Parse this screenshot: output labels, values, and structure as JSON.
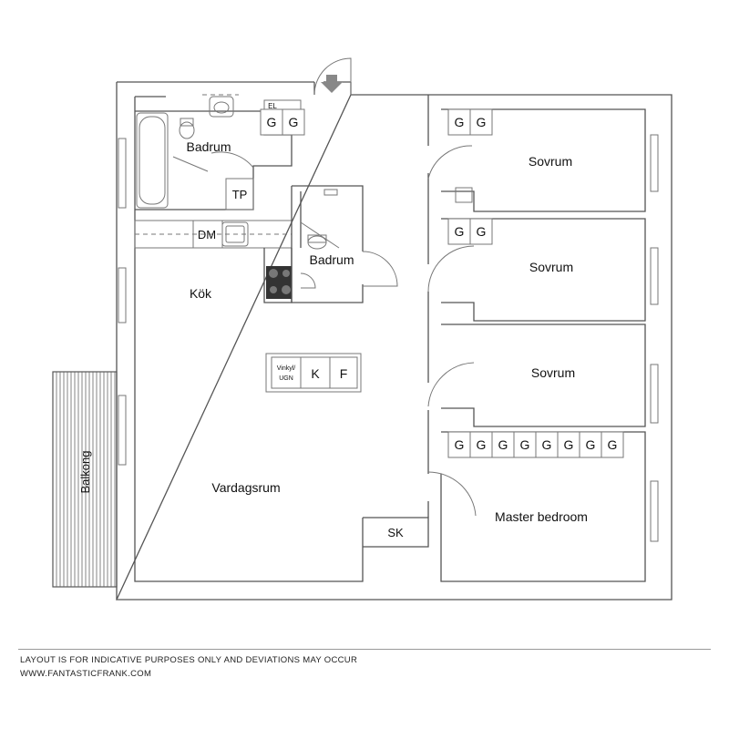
{
  "rooms": {
    "badrum1": "Badrum",
    "badrum2": "Badrum",
    "kok": "Kök",
    "vardagsrum": "Vardagsrum",
    "sovrum1": "Sovrum",
    "sovrum2": "Sovrum",
    "sovrum3": "Sovrum",
    "master": "Master bedroom",
    "balkong": "Balkong"
  },
  "fixtures": {
    "tp": "TP",
    "dm": "DM",
    "el": "EL",
    "sk": "SK",
    "vinkyl_line1": "Vinkyl/",
    "vinkyl_line2": "UGN",
    "k": "K",
    "f": "F",
    "g": "G"
  },
  "footer": {
    "disclaimer": "LAYOUT IS FOR INDICATIVE PURPOSES ONLY AND DEVIATIONS MAY OCCUR",
    "website": "WWW.FANTASTICFRANK.COM"
  }
}
